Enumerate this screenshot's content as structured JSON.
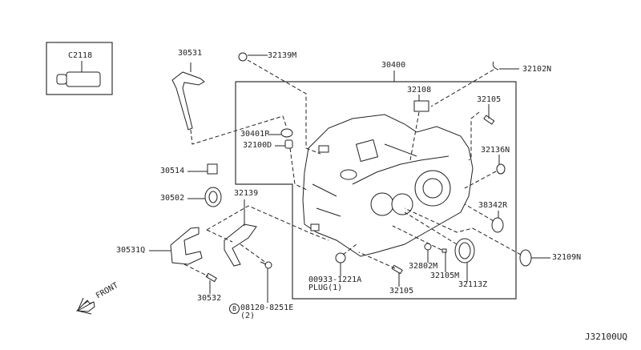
{
  "diagram": {
    "id_code": "J32100UQ",
    "front_label": "FRONT",
    "inset_box_label": "C2118",
    "assembly_label": "30400",
    "parts": [
      {
        "key": "p30531",
        "label": "30531"
      },
      {
        "key": "p32139M",
        "label": "32139M"
      },
      {
        "key": "p32102N",
        "label": "32102N"
      },
      {
        "key": "p32108",
        "label": "32108"
      },
      {
        "key": "p32105a",
        "label": "32105"
      },
      {
        "key": "p30401P",
        "label": "30401P"
      },
      {
        "key": "p32100D",
        "label": "32100D"
      },
      {
        "key": "p32136N",
        "label": "32136N"
      },
      {
        "key": "p30514",
        "label": "30514"
      },
      {
        "key": "p30502",
        "label": "30502"
      },
      {
        "key": "p32139",
        "label": "32139"
      },
      {
        "key": "p38342R",
        "label": "38342R"
      },
      {
        "key": "p30531Q",
        "label": "30531Q"
      },
      {
        "key": "p32109N",
        "label": "32109N"
      },
      {
        "key": "p32802M",
        "label": "32802M"
      },
      {
        "key": "p00933",
        "label": "00933-1221A"
      },
      {
        "key": "pplug",
        "label": "PLUG(1)"
      },
      {
        "key": "p32105M",
        "label": "32105M"
      },
      {
        "key": "p32113Z",
        "label": "32113Z"
      },
      {
        "key": "p30532",
        "label": "30532"
      },
      {
        "key": "p32105b",
        "label": "32105"
      },
      {
        "key": "pbolt",
        "label": "08120-8251E"
      },
      {
        "key": "pboltqty",
        "label": "(2)"
      },
      {
        "key": "pboltsym",
        "label": "B"
      }
    ]
  }
}
